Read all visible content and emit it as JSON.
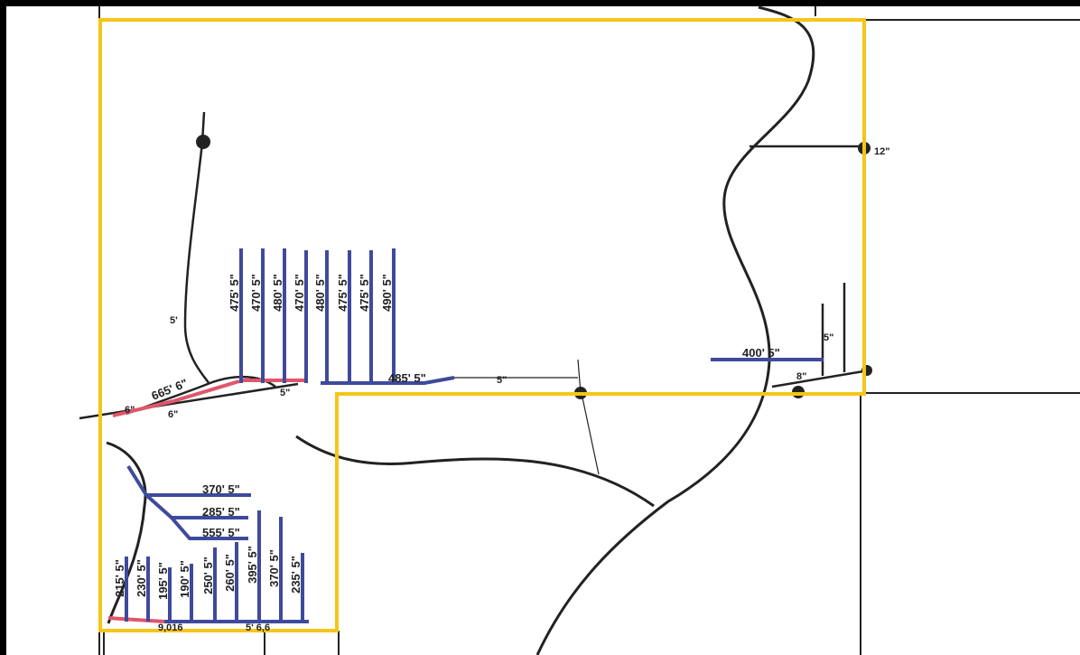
{
  "colors": {
    "background": "#ffffff",
    "frame": "#000000",
    "boundary": "#f5c518",
    "main_line": "#222222",
    "lateral_line": "#3e4a9c",
    "replacement_line": "#e0566a"
  },
  "upper_laterals": [
    "475' 5\"",
    "470' 5\"",
    "480' 5\"",
    "470' 5\"",
    "480' 5\"",
    "475' 5\"",
    "475' 5\"",
    "490' 5\""
  ],
  "upper_main": {
    "main_label": "485' 5\"",
    "red_label": "665' 6\"",
    "road_size": "5\"",
    "north_size": "5'",
    "junction_size": "5\"",
    "left_size_a": "6\"",
    "left_size_b": "6\""
  },
  "east_branch": {
    "lateral_label": "400' 5\"",
    "stub_size": "5\"",
    "road_size": "8\"",
    "north_size": "12\""
  },
  "lower_stubs": [
    "370' 5\"",
    "285' 5\"",
    "555' 5\""
  ],
  "lower_laterals": [
    "215' 5\"",
    "230' 5\"",
    "195' 5\"",
    "190' 5\"",
    "250' 5\"",
    "260' 5\"",
    "395' 5\"",
    "370' 5\"",
    "235' 5\""
  ],
  "lower_main": {
    "red_label": "9,016",
    "main_label": "5' 6,6"
  }
}
